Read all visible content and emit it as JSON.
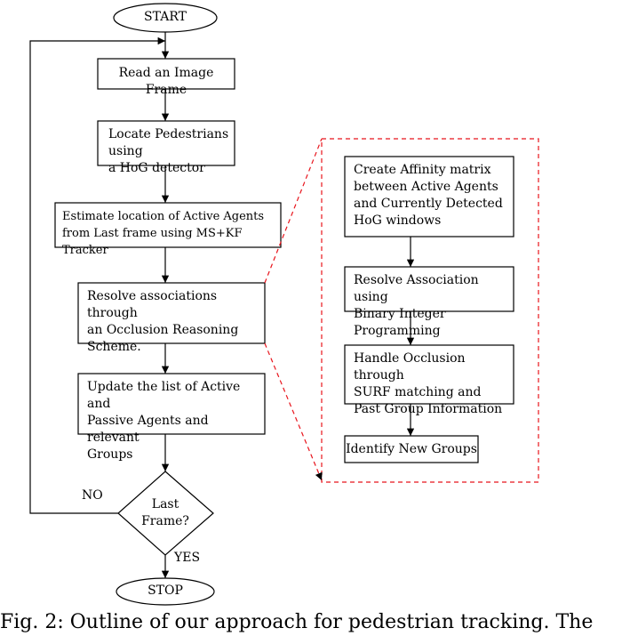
{
  "flowchart": {
    "start": "START",
    "read_frame": "Read an Image Frame",
    "locate": "Locate Pedestrians using\na HoG detector",
    "estimate": "Estimate location of Active Agents\nfrom Last frame using MS+KF Tracker",
    "resolve": "Resolve associations through\nan Occlusion Reasoning\nScheme.",
    "update": "Update the list of Active and\nPassive Agents and relevant\nGroups",
    "decision": "Last\nFrame?",
    "no_label": "NO",
    "yes_label": "YES",
    "stop": "STOP"
  },
  "detail": {
    "affinity": "Create Affinity matrix\nbetween Active Agents\nand Currently Detected\nHoG windows",
    "association": "Resolve Association using\nBinary Integer Programming",
    "occlusion": "Handle Occlusion through\nSURF matching and\nPast Group Information",
    "new_groups": "Identify New Groups"
  },
  "caption": "Fig. 2: Outline of our approach for pedestrian tracking. The",
  "colors": {
    "line": "#000000",
    "dashed": "#e8141c"
  }
}
